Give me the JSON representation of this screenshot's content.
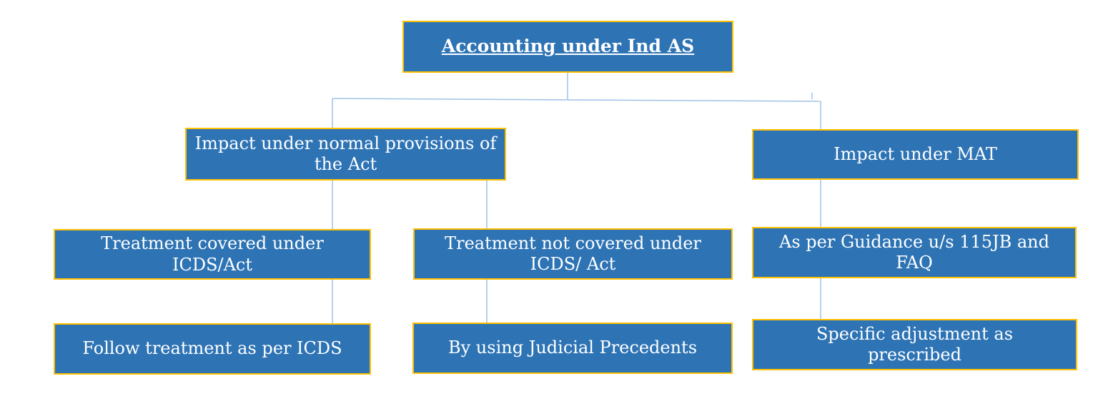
{
  "diagram": {
    "type": "flowchart",
    "colors": {
      "box_fill": "#2E74B5",
      "box_border": "#FFC000",
      "connector": "#9EC3E7",
      "text": "#FFFFFF",
      "background": "#FFFFFF"
    },
    "nodes": [
      {
        "id": "root",
        "label": "Accounting under Ind AS"
      },
      {
        "id": "normal",
        "label": "Impact under normal provisions of the Act"
      },
      {
        "id": "mat",
        "label": "Impact under MAT"
      },
      {
        "id": "covered",
        "label": "Treatment covered under ICDS/Act"
      },
      {
        "id": "notcovered",
        "label": "Treatment not covered under ICDS/ Act"
      },
      {
        "id": "guidance",
        "label": "As per Guidance u/s 115JB and FAQ"
      },
      {
        "id": "follow",
        "label": "Follow treatment as per ICDS"
      },
      {
        "id": "judicial",
        "label": "By using Judicial Precedents"
      },
      {
        "id": "specific",
        "label": "Specific adjustment as prescribed"
      }
    ],
    "edges": [
      {
        "from": "root",
        "to": "normal"
      },
      {
        "from": "root",
        "to": "mat"
      },
      {
        "from": "normal",
        "to": "covered"
      },
      {
        "from": "normal",
        "to": "notcovered"
      },
      {
        "from": "covered",
        "to": "follow"
      },
      {
        "from": "notcovered",
        "to": "judicial"
      },
      {
        "from": "mat",
        "to": "guidance"
      },
      {
        "from": "guidance",
        "to": "specific"
      }
    ]
  }
}
